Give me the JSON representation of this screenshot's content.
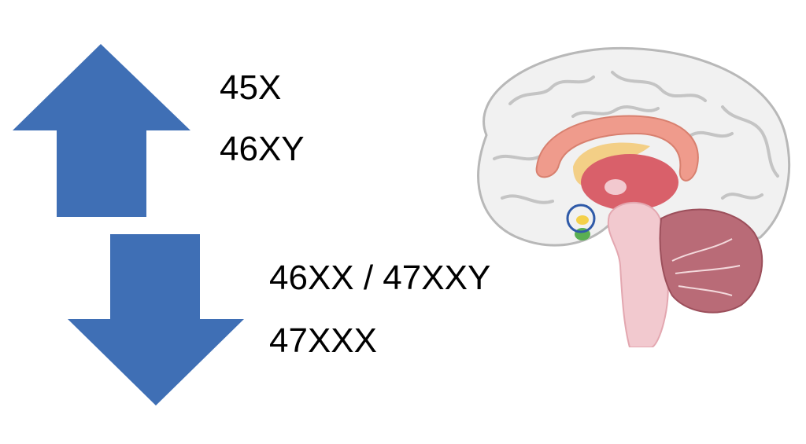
{
  "colors": {
    "arrow_fill": "#3f6fb5",
    "text": "#000000",
    "brain_outline": "#b8b8b8",
    "corpus_callosum": "#ef9b8c",
    "thalamus": "#d9606a",
    "fornix": "#f3cf86",
    "brainstem": "#f2c9cf",
    "cerebellum": "#b96b77",
    "hypothalamus_marker": "#2f5aa8",
    "pituitary": "#5aaf52"
  },
  "arrows": {
    "up": {
      "icon": "arrow-up-icon"
    },
    "down": {
      "icon": "arrow-down-icon"
    }
  },
  "labels": {
    "up_group": [
      "45X",
      "46XY"
    ],
    "down_group": [
      "46XX / 47XXY",
      "47XXX"
    ]
  },
  "illustration": {
    "icon": "brain-sagittal-icon"
  }
}
